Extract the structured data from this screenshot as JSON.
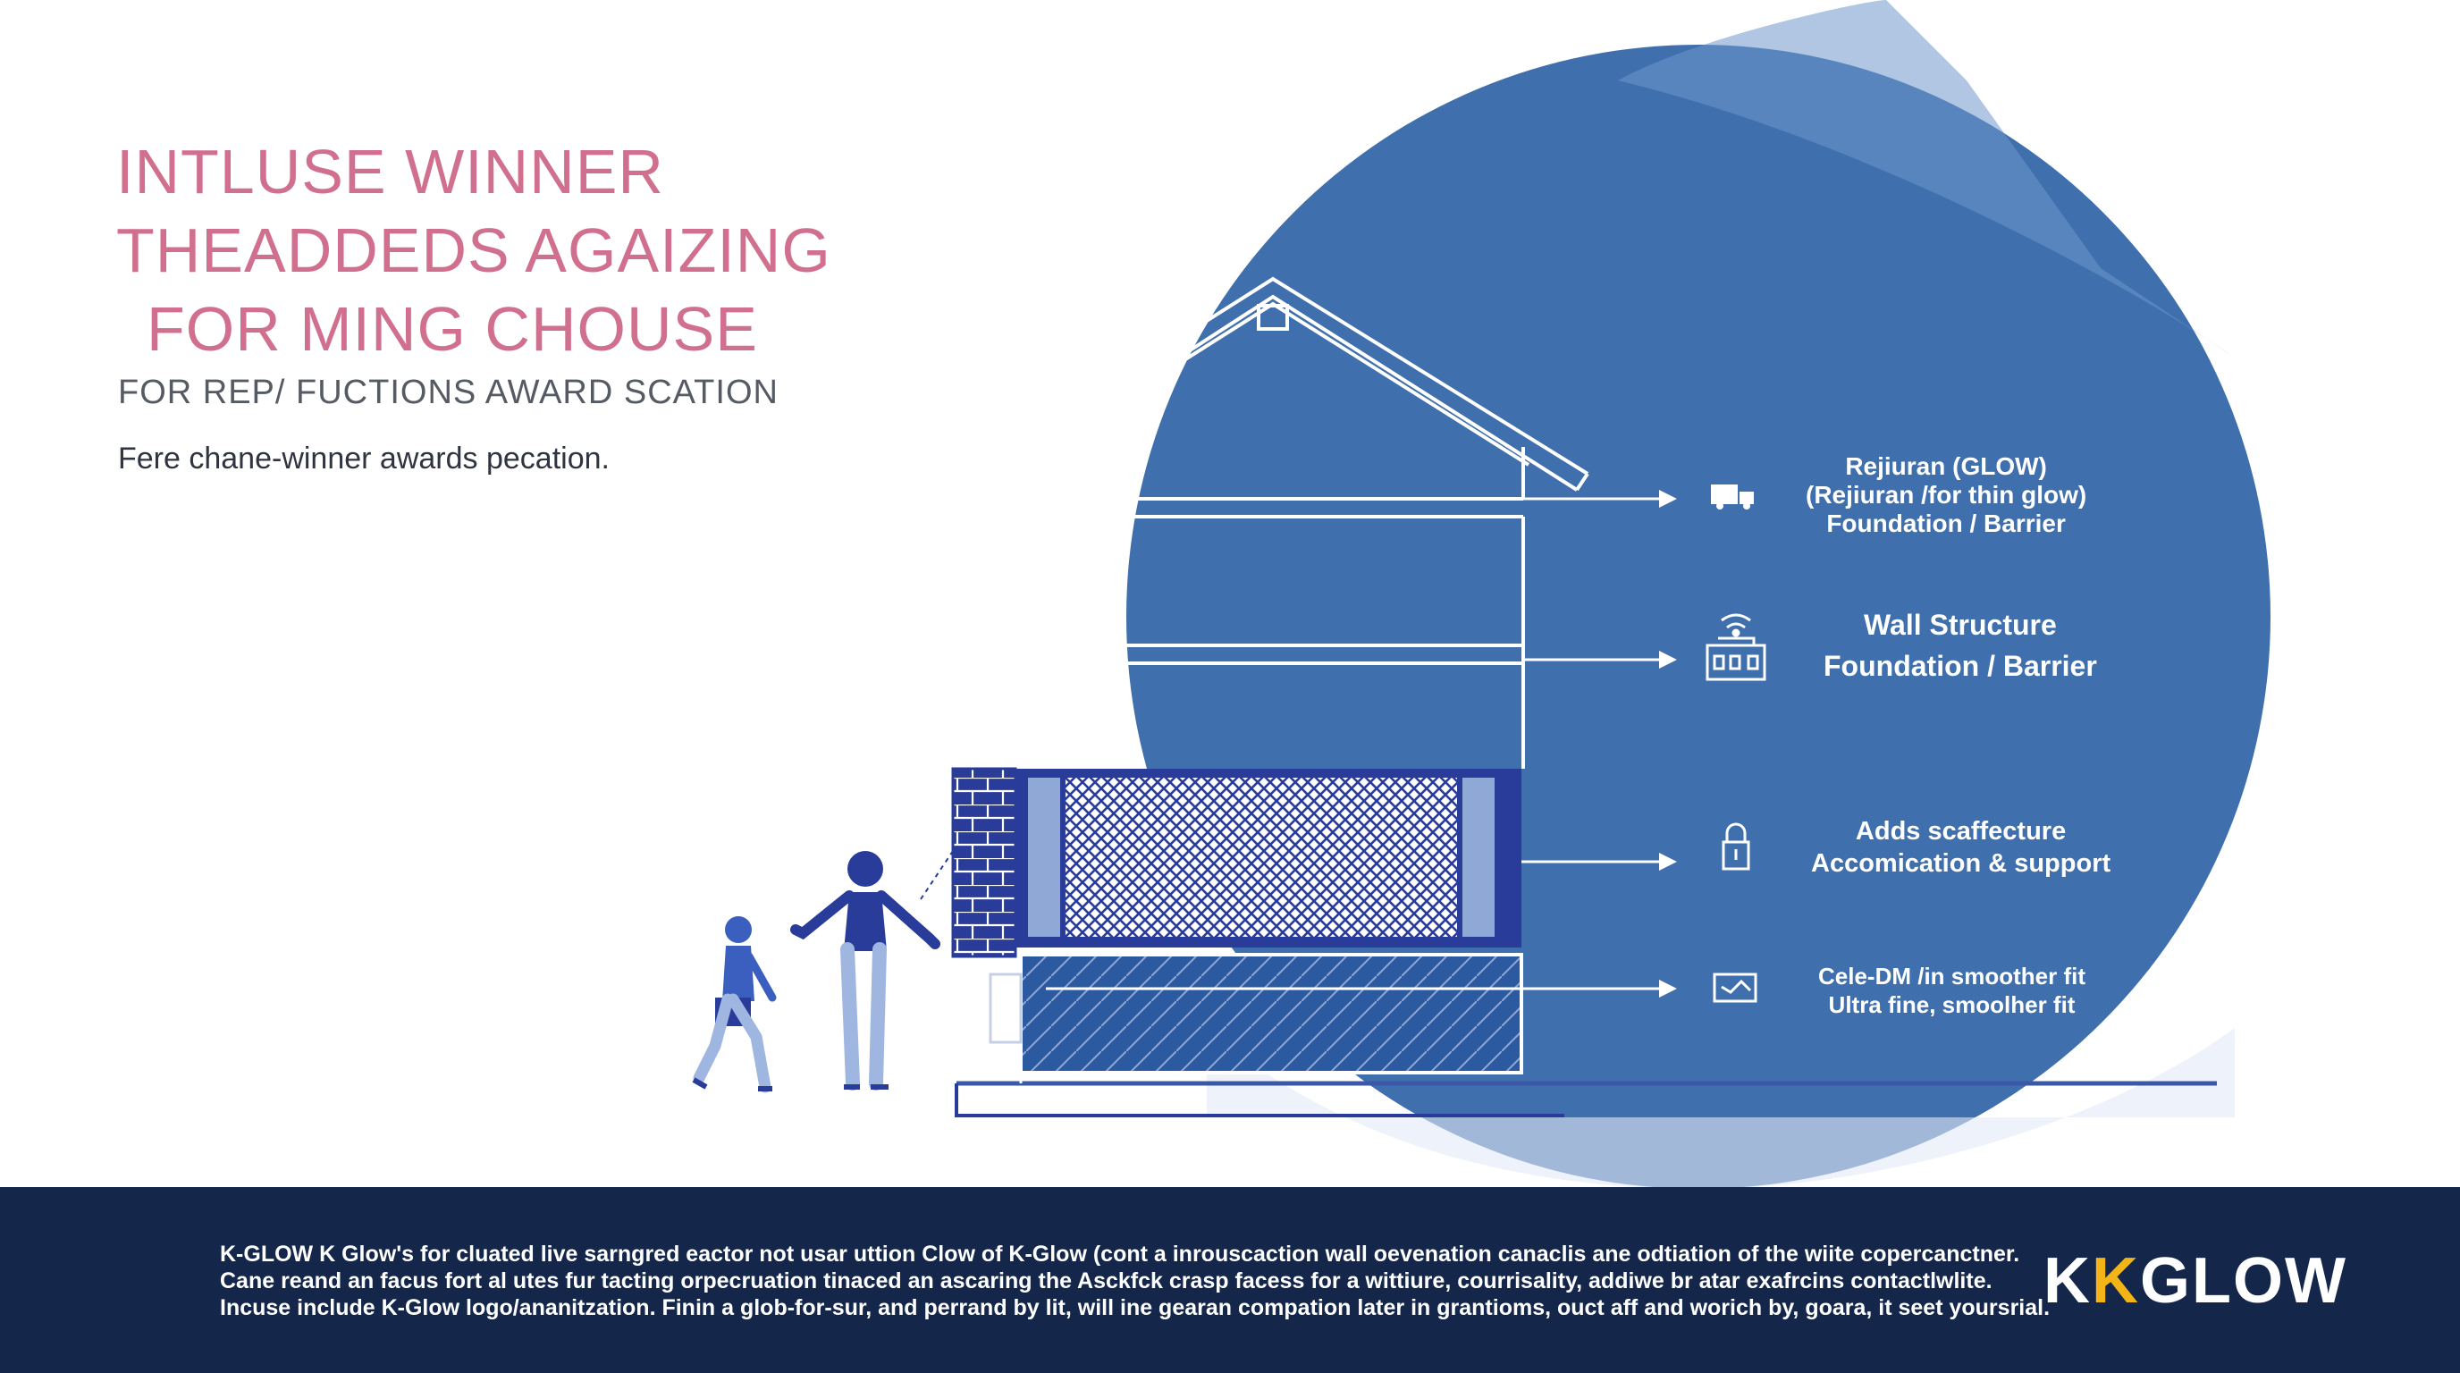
{
  "headline": {
    "line1": "INTLUSE WINNER",
    "line2": "THEADDEDS AGAIZING",
    "line3": "FOR MING CHOUSE"
  },
  "subhead": "FOR REP/ FUCTIONS AWARD SCATION",
  "tagline": "Fere chane-winner awards pecation.",
  "labels": [
    {
      "icon": "truck-icon",
      "lines": [
        "Rejiuran (GLOW)",
        "(Rejiuran /for thin glow)",
        "Foundation / Barrier"
      ]
    },
    {
      "icon": "building-icon",
      "lines": [
        "Wall Structure",
        "Foundation / Barrier"
      ]
    },
    {
      "icon": "lock-icon",
      "lines": [
        "Adds scaffecture",
        "Accomication & support"
      ]
    },
    {
      "icon": "device-icon",
      "lines": [
        "Cele-DM /in smoother fit",
        "Ultra fine, smoolher fit"
      ]
    }
  ],
  "footer": {
    "lines": [
      "K-GLOW K Glow's for cluated live sarngred eactor not usar uttion Clow of K-Glow (cont a inrouscaction wall oevenation canaclis ane odtiation of the wiite copercanctner.",
      "Cane reand an facus fort al utes fur tacting orpecruation tinaced an ascaring the Asckfck crasp facess for a wittiure, courrisality, addiwe br atar exafrcins contactlwlite.",
      "Incuse include K-Glow logo/ananitzation. Finin a glob-for-sur, and perrand by lit, will ine gearan compation later in grantioms, ouct aff and worich by, goara, it seet yoursrial."
    ],
    "brand_prefix": "K",
    "brand_accent": "K",
    "brand_suffix": "GLOW"
  },
  "colors": {
    "background_circle": "#3f6fad",
    "headline": "#d0708e",
    "footer": "#14274a",
    "brand_accent": "#f2b417",
    "house_lines": "#ffffff",
    "wall_panel": "#2a3c9a"
  }
}
